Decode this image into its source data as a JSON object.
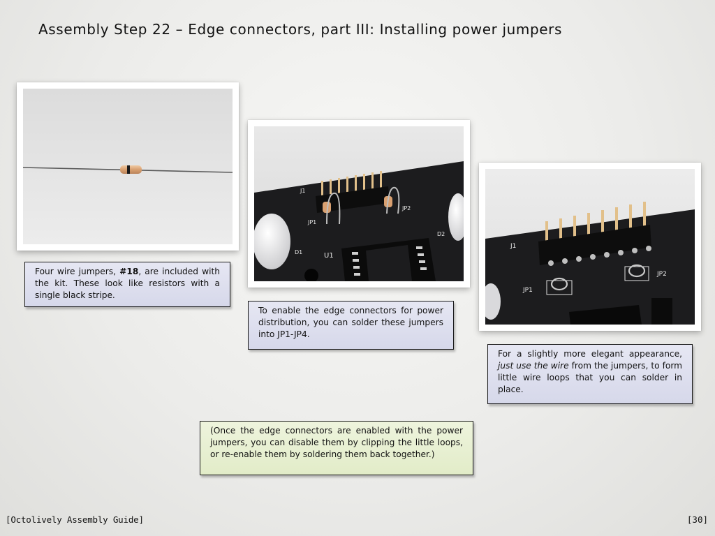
{
  "page": {
    "title": "Assembly Step 22 – Edge connectors, part III: Installing power jumpers"
  },
  "captions": {
    "cap1": {
      "pre": "Four wire jumpers, ",
      "bold": "#18",
      "post": ", are included with the kit.  These look like resistors with a single black stripe."
    },
    "cap2": {
      "text": "To enable the edge connectors for power distribution, you can solder these jumpers into JP1-JP4."
    },
    "cap3": {
      "pre": "For a slightly more elegant appearance, ",
      "italic": "just use the wire",
      "post": " from the jumpers, to form little wire loops that you can solder in place."
    },
    "cap4": {
      "text": "(Once the edge connectors are enabled with the power jumpers, you can disable them by clipping the little loops, or re-enable them by soldering them back together.)"
    }
  },
  "photos": {
    "photo2": {
      "j1": "J1",
      "jp1": "JP1",
      "jp2": "JP2",
      "d1": "D1",
      "d2": "D2",
      "u1": "U1"
    },
    "photo3": {
      "j1": "J1",
      "jp1": "JP1",
      "jp2": "JP2"
    }
  },
  "footer": {
    "left": "[Octolively Assembly Guide]",
    "right": "[30]"
  },
  "colors": {
    "caption_lavender": "#dcdeee",
    "caption_green": "#e7efd0",
    "pcb": "#1c1c1e"
  }
}
